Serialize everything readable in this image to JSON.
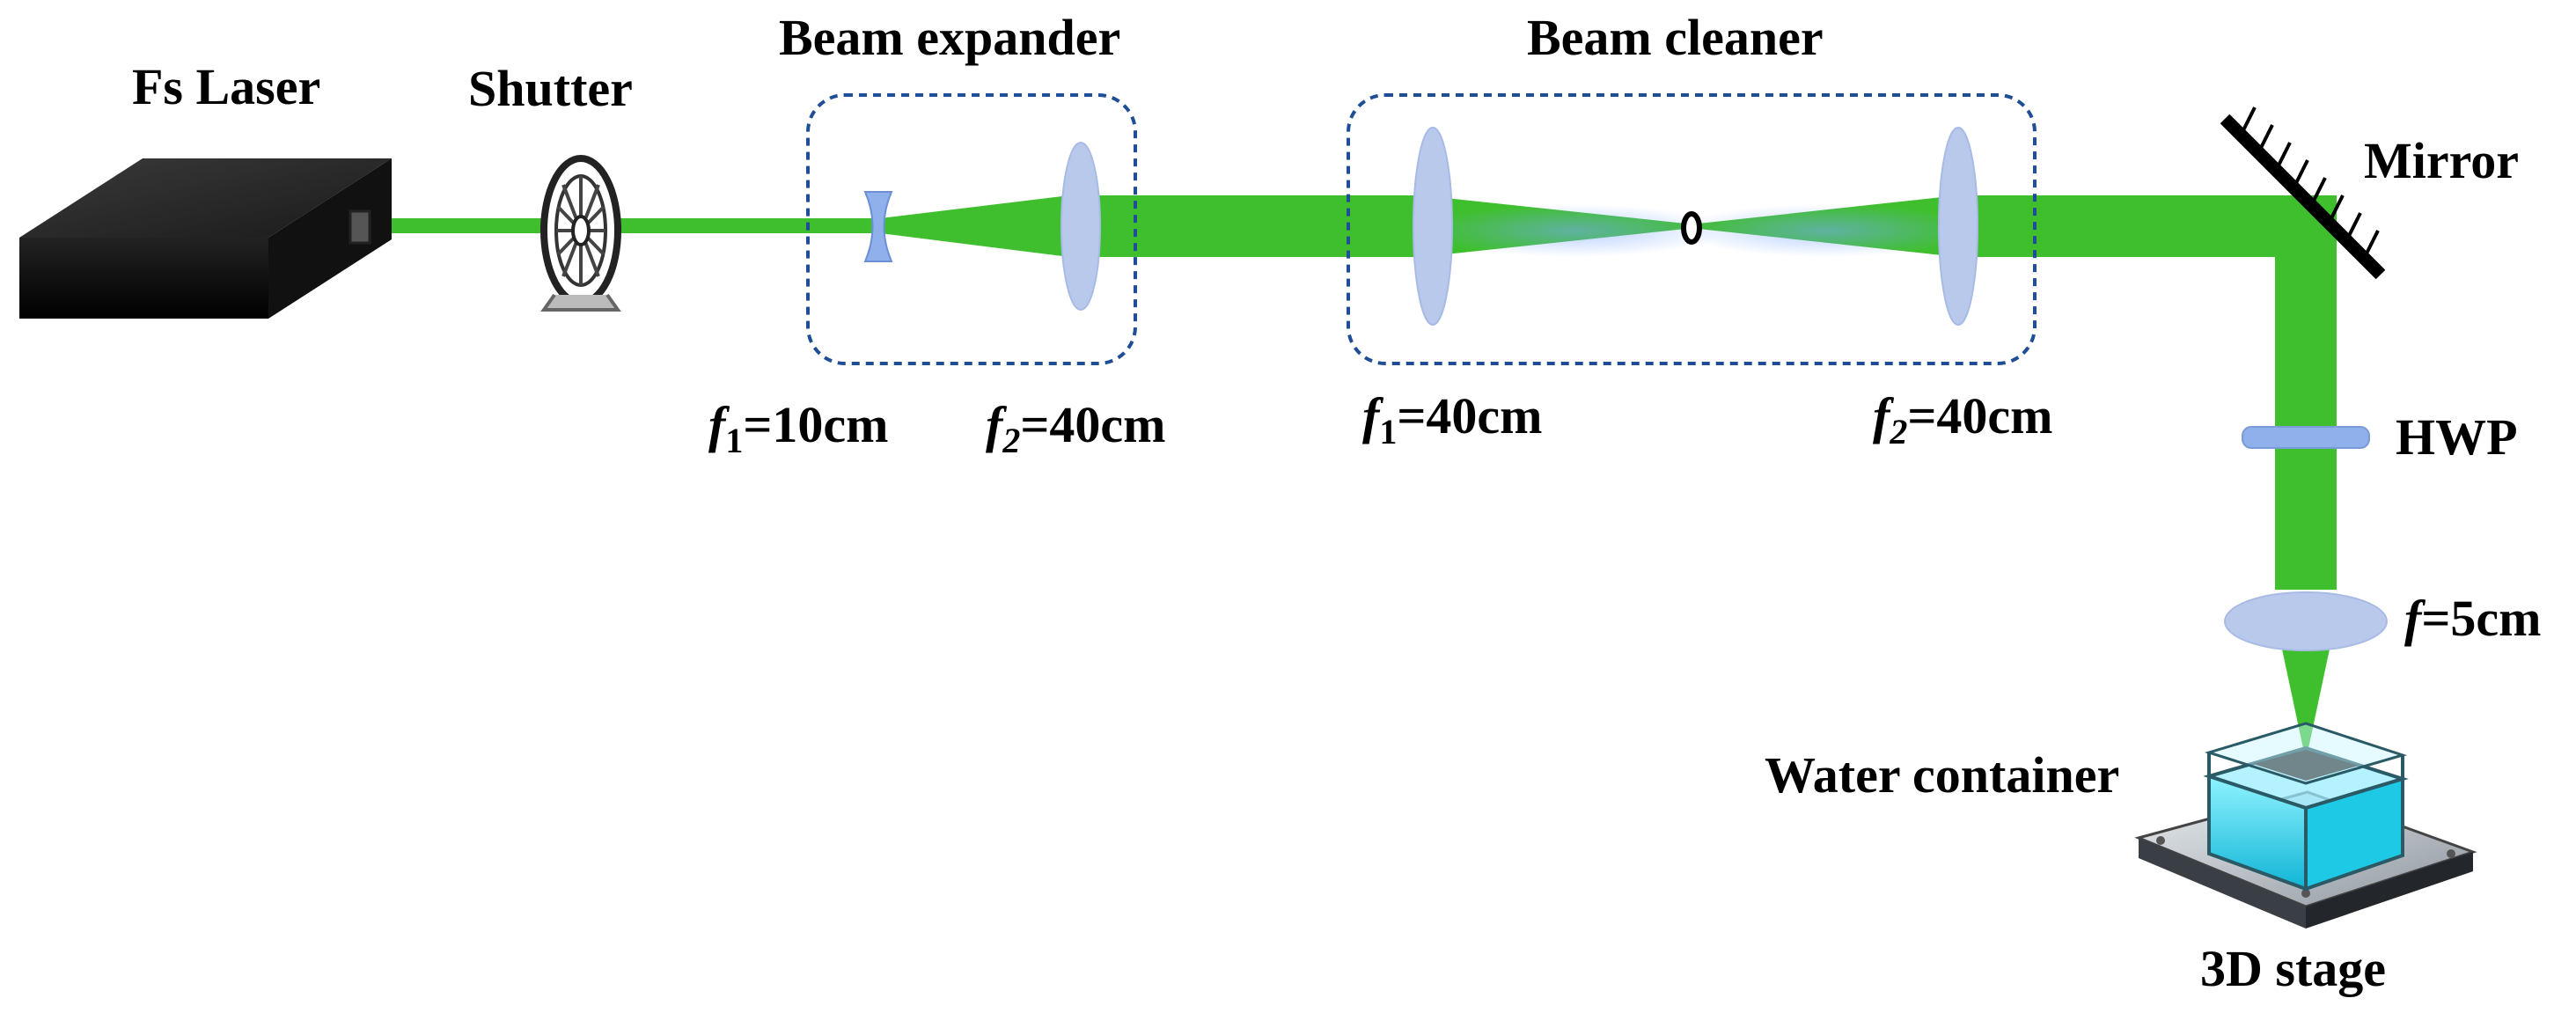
{
  "components": {
    "laser": "Fs Laser",
    "shutter": "Shutter",
    "beam_expander": "Beam expander",
    "beam_cleaner": "Beam cleaner",
    "mirror": "Mirror",
    "hwp": "HWP",
    "water_container": "Water container",
    "stage": "3D stage"
  },
  "focal_lengths": {
    "expander_f1": {
      "symbol": "f",
      "sub": "1",
      "value": "=10cm"
    },
    "expander_f2": {
      "symbol": "f",
      "sub": "2",
      "value": "=40cm"
    },
    "cleaner_f1": {
      "symbol": "f",
      "sub": "1",
      "value": "=40cm"
    },
    "cleaner_f2": {
      "symbol": "f",
      "sub": "2",
      "value": "=40cm"
    },
    "objective": {
      "symbol": "f",
      "value": "=5cm"
    }
  },
  "colors": {
    "beam": "#3fbf2e",
    "lens": "#b9c9ec",
    "box_outline": "#1f4e96",
    "water": "#2fd8f0"
  }
}
